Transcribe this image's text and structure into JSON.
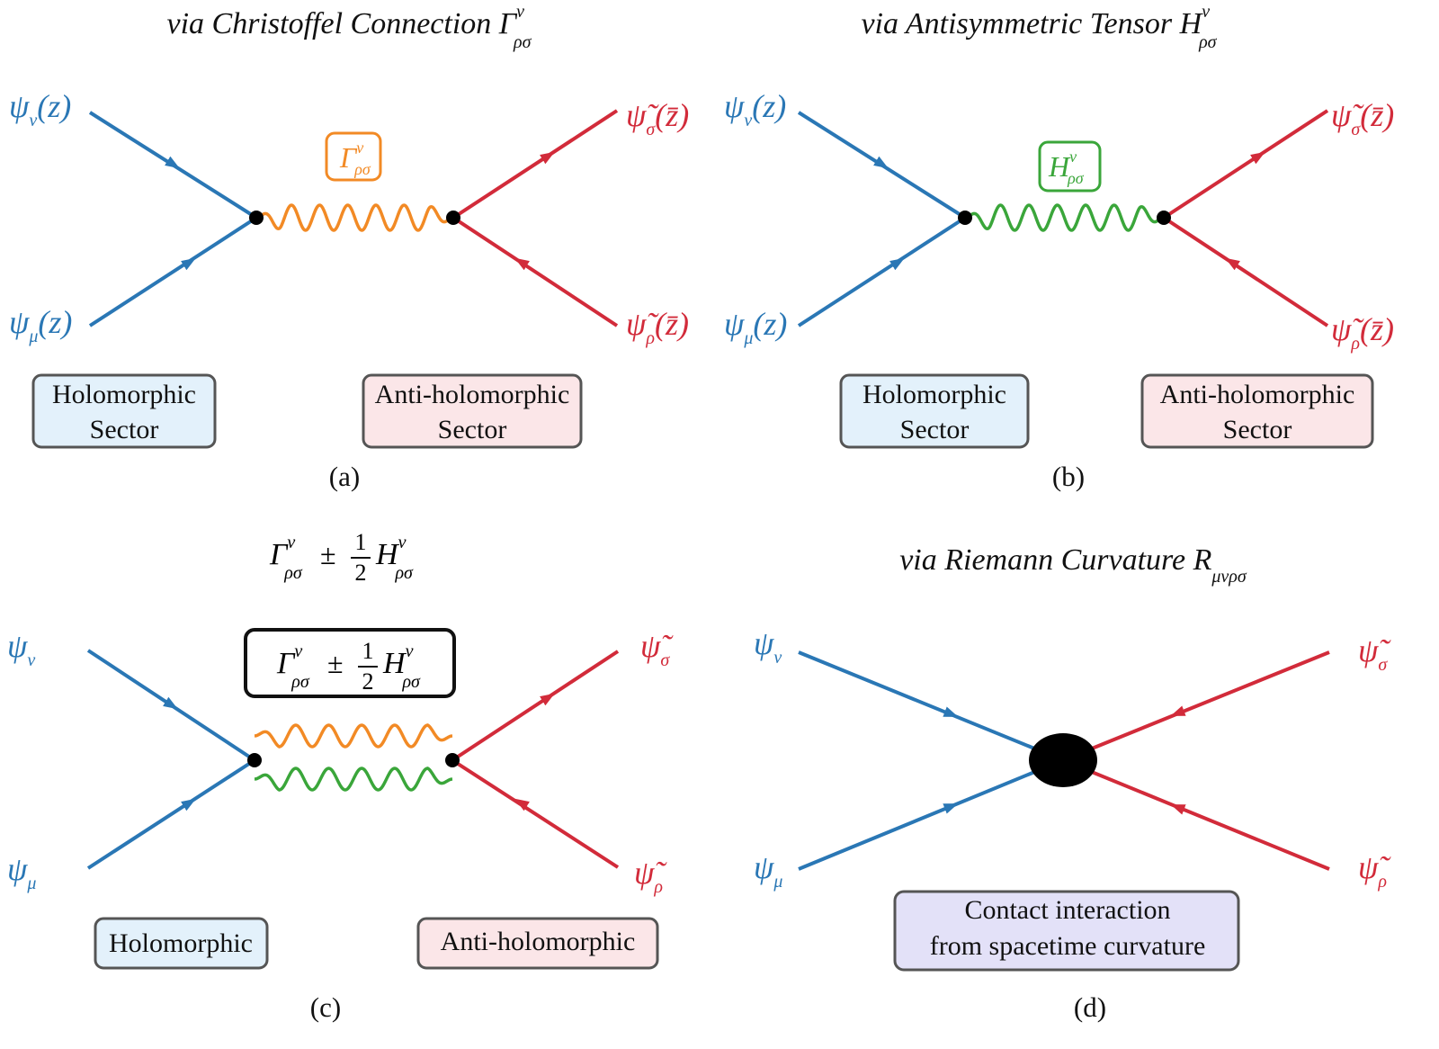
{
  "colors": {
    "holomorphic_line": "#2a77b5",
    "antiholomorphic_line": "#d22b3a",
    "christoffel_wave": "#f28a25",
    "tensor_wave": "#3aa63a",
    "holomorphic_box": "#e3f1fb",
    "antiholomorphic_box": "#fbe6e8",
    "contact_box": "#e3e1f8",
    "box_border": "#555555"
  },
  "panels": {
    "a": {
      "title_prefix": "via Christoffel Connection ",
      "title_symbol": "Γ",
      "title_sup": "ν",
      "title_sub": "ρσ",
      "caption": "(a)",
      "mediator": {
        "symbol": "Γ",
        "sup": "ν",
        "sub": "ρσ"
      },
      "labels": {
        "top_left": {
          "base": "ψ",
          "sub": "ν",
          "arg": "(z)"
        },
        "bottom_left": {
          "base": "ψ",
          "sub": "μ",
          "arg": "(z)"
        },
        "top_right": {
          "base": "ψ̃",
          "sub": "σ",
          "arg": "(z̄)"
        },
        "bottom_right": {
          "base": "ψ̃",
          "sub": "ρ",
          "arg": "(z̄)"
        }
      },
      "box_left": {
        "line1": "Holomorphic",
        "line2": "Sector"
      },
      "box_right": {
        "line1": "Anti-holomorphic",
        "line2": "Sector"
      }
    },
    "b": {
      "title_prefix": "via Antisymmetric Tensor ",
      "title_symbol": "H",
      "title_sup": "ν",
      "title_sub": "ρσ",
      "caption": "(b)",
      "mediator": {
        "symbol": "H",
        "sup": "ν",
        "sub": "ρσ"
      },
      "labels": {
        "top_left": {
          "base": "ψ",
          "sub": "ν",
          "arg": "(z)"
        },
        "bottom_left": {
          "base": "ψ",
          "sub": "μ",
          "arg": "(z)"
        },
        "top_right": {
          "base": "ψ̃",
          "sub": "σ",
          "arg": "(z̄)"
        },
        "bottom_right": {
          "base": "ψ̃",
          "sub": "ρ",
          "arg": "(z̄)"
        }
      },
      "box_left": {
        "line1": "Holomorphic",
        "line2": "Sector"
      },
      "box_right": {
        "line1": "Anti-holomorphic",
        "line2": "Sector"
      }
    },
    "c": {
      "formula": {
        "gamma": "Γ",
        "gamma_sup": "ν",
        "gamma_sub": "ρσ",
        "pm": "±",
        "num": "1",
        "den": "2",
        "h": "H",
        "h_sup": "ν",
        "h_sub": "ρσ"
      },
      "caption": "(c)",
      "labels": {
        "top_left": {
          "base": "ψ",
          "sub": "ν"
        },
        "bottom_left": {
          "base": "ψ",
          "sub": "μ"
        },
        "top_right": {
          "base": "ψ̃",
          "sub": "σ"
        },
        "bottom_right": {
          "base": "ψ̃",
          "sub": "ρ"
        }
      },
      "box_left": {
        "line1": "Holomorphic"
      },
      "box_right": {
        "line1": "Anti-holomorphic"
      }
    },
    "d": {
      "title_prefix": "via Riemann Curvature ",
      "title_symbol": "R",
      "title_sub": "μνρσ",
      "caption": "(d)",
      "labels": {
        "top_left": {
          "base": "ψ",
          "sub": "ν"
        },
        "bottom_left": {
          "base": "ψ",
          "sub": "μ"
        },
        "top_right": {
          "base": "ψ̃",
          "sub": "σ"
        },
        "bottom_right": {
          "base": "ψ̃",
          "sub": "ρ"
        }
      },
      "box": {
        "line1": "Contact interaction",
        "line2": "from spacetime curvature"
      }
    }
  }
}
